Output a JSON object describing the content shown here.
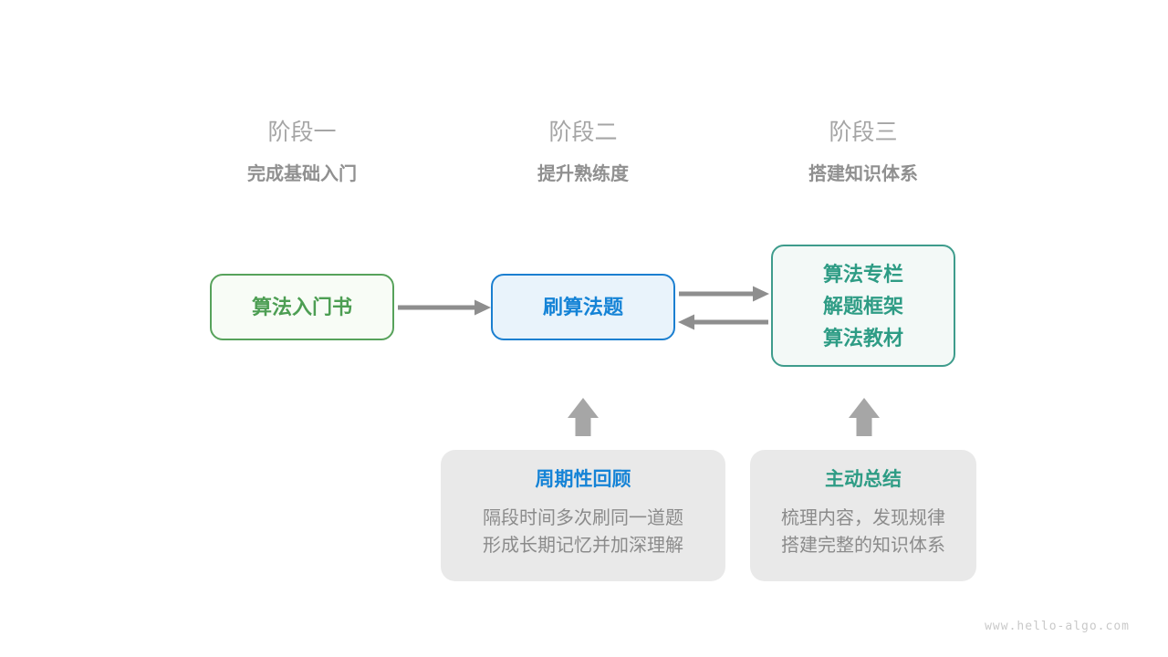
{
  "stages": [
    {
      "label": "阶段一",
      "subtitle": "完成基础入门"
    },
    {
      "label": "阶段二",
      "subtitle": "提升熟练度"
    },
    {
      "label": "阶段三",
      "subtitle": "搭建知识体系"
    }
  ],
  "nodes": [
    {
      "id": "intro-book",
      "lines": [
        "算法入门书"
      ]
    },
    {
      "id": "practice-problems",
      "lines": [
        "刷算法题"
      ]
    },
    {
      "id": "knowledge-resources",
      "lines": [
        "算法专栏",
        "解题框架",
        "算法教材"
      ]
    }
  ],
  "callouts": [
    {
      "title": "周期性回顾",
      "lines": [
        "隔段时间多次刷同一道题",
        "形成长期记忆并加深理解"
      ]
    },
    {
      "title": "主动总结",
      "lines": [
        "梳理内容，发现规律",
        "搭建完整的知识体系"
      ]
    }
  ],
  "watermark": "www.hello-algo.com",
  "colors": {
    "stage_label": "#a5a5a5",
    "stage_subtitle": "#909090",
    "node_green_text": "#4d9e53",
    "node_green_border": "#57a25b",
    "node_green_bg": "#f8fcf6",
    "node_blue_text": "#1583d6",
    "node_blue_border": "#1b7fd0",
    "node_blue_bg": "#e9f3fb",
    "node_teal_text": "#2e9c85",
    "node_teal_border": "#3e9c8c",
    "node_teal_bg": "#f3f9f7",
    "callout_bg": "#e9e9e9",
    "callout_body_text": "#8b8b8b",
    "flow_arrow": "#8e8e8e",
    "block_up_arrow": "#a6a6a6",
    "watermark_text": "#c9c9c9"
  }
}
